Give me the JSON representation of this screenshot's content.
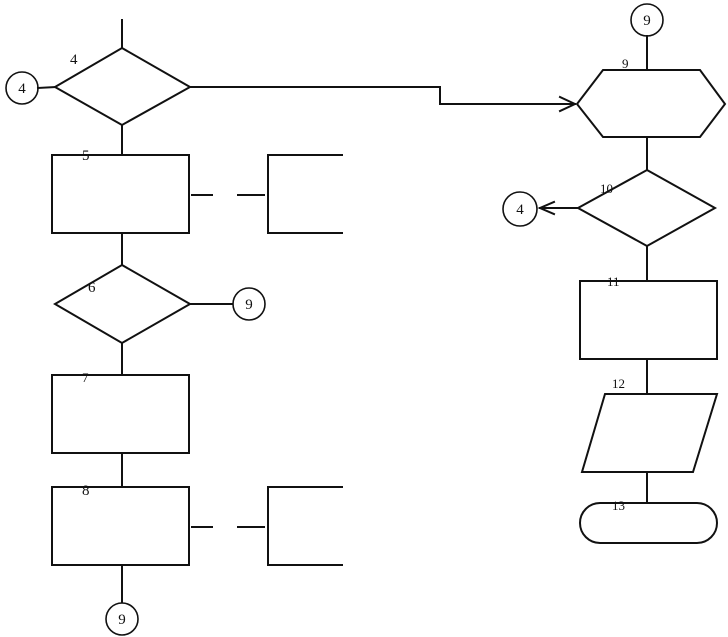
{
  "nodes": {
    "n4": {
      "label": "4"
    },
    "n5": {
      "label": "5"
    },
    "n6": {
      "label": "6"
    },
    "n7": {
      "label": "7"
    },
    "n8": {
      "label": "8"
    },
    "n9": {
      "label": "9"
    },
    "n10": {
      "label": "10"
    },
    "n11": {
      "label": "11"
    },
    "n12": {
      "label": "12"
    },
    "n13": {
      "label": "13"
    }
  },
  "connectors": {
    "c_in4": {
      "label": "4"
    },
    "c_out9_right": {
      "label": "9"
    },
    "c_out9_bottom": {
      "label": "9"
    },
    "c_in9": {
      "label": "9"
    },
    "c_out4": {
      "label": "4"
    }
  }
}
